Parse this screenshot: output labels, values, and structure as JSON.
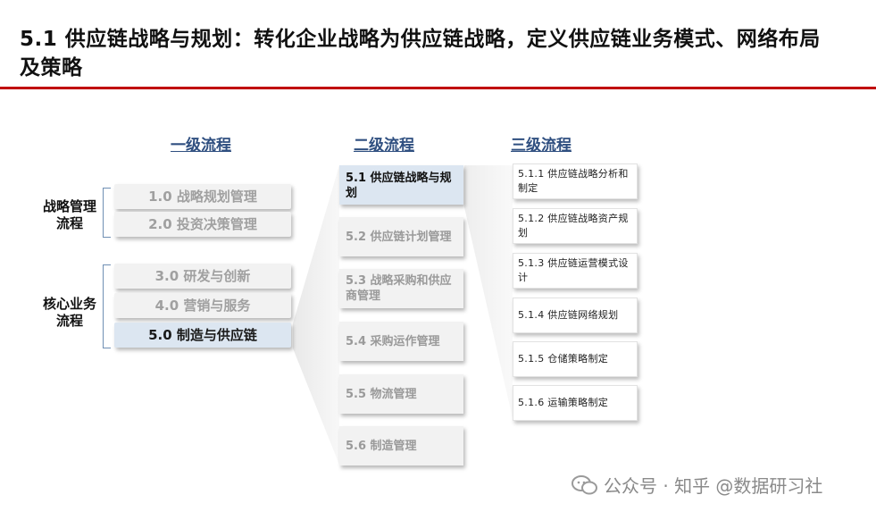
{
  "title": "5.1 供应链战略与规划：转化企业战略为供应链战略，定义供应链业务模式、网络布局及策略",
  "headers": {
    "level1": "一级流程",
    "level2": "二级流程",
    "level3": "三级流程"
  },
  "groups": [
    {
      "label": "战略管理\n流程"
    },
    {
      "label": "核心业务\n流程"
    }
  ],
  "level1": [
    "1.0 战略规划管理",
    "2.0 投资决策管理",
    "3.0 研发与创新",
    "4.0 营销与服务",
    "5.0 制造与供应链"
  ],
  "level2": [
    "5.1 供应链战略与规划",
    "5.2 供应链计划管理",
    "5.3 战略采购和供应商管理",
    "5.4 采购运作管理",
    "5.5 物流管理",
    "5.6 制造管理"
  ],
  "level3": [
    "5.1.1 供应链战略分析和制定",
    "5.1.2 供应链战略资产规划",
    "5.1.3 供应链运营模式设计",
    "5.1.4 供应链网络规划",
    "5.1.5 仓储策略制定",
    "5.1.6 运输策略制定"
  ],
  "watermark": "公众号 · 知乎 @数据研习社"
}
